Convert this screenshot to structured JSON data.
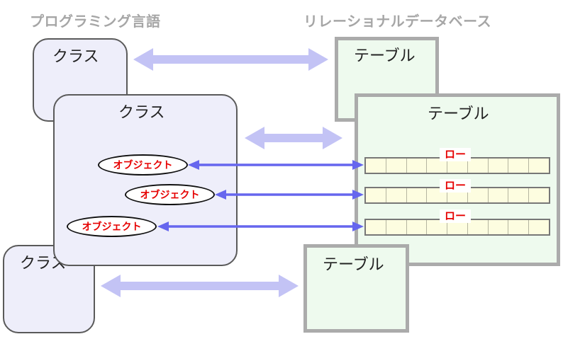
{
  "headings": {
    "left": "プログラミング言語",
    "right": "リレーショナルデータベース"
  },
  "classes": [
    "クラス",
    "クラス",
    "クラス"
  ],
  "tables": [
    "テーブル",
    "テーブル",
    "テーブル"
  ],
  "rows": [
    "ロー",
    "ロー",
    "ロー"
  ],
  "objects": [
    "オブジェクト",
    "オブジェクト",
    "オブジェクト"
  ],
  "colors": {
    "class_fill": "#eeeefa",
    "table_fill": "#eefaee",
    "row_fill": "#fdfde0",
    "red_text": "#e60000",
    "light_arrow": "#c3c3f5",
    "dark_arrow": "#6666ee",
    "heading_gray": "#a6a6a6"
  }
}
